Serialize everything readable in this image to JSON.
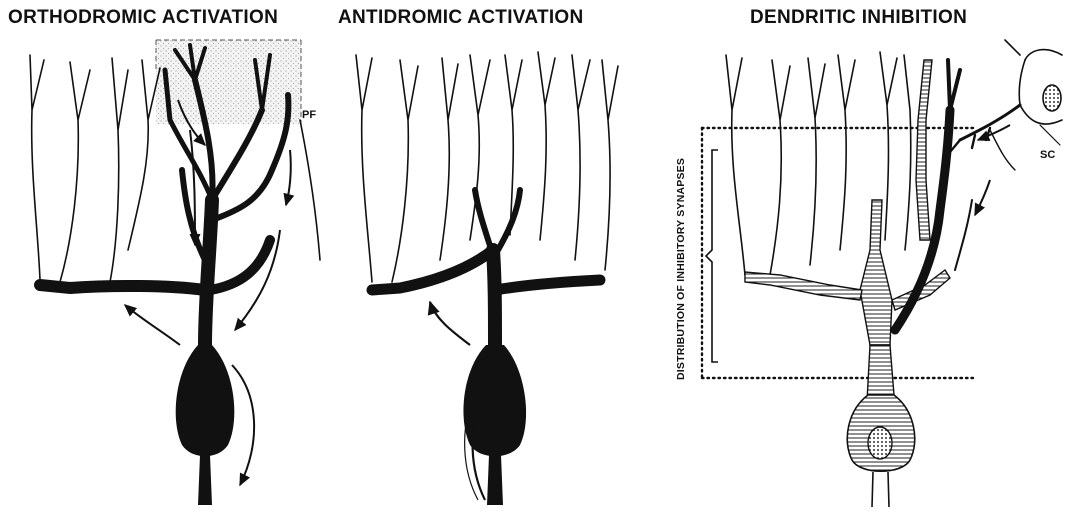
{
  "panels": {
    "orthodromic": {
      "title": "ORTHODROMIC ACTIVATION",
      "pf_label": "PF"
    },
    "antidromic": {
      "title": "ANTIDROMIC ACTIVATION"
    },
    "dendritic": {
      "title": "DENDRITIC INHIBITION",
      "sc_label": "SC",
      "distribution_label": "DISTRIBUTION OF INHIBITORY SYNAPSES"
    }
  }
}
